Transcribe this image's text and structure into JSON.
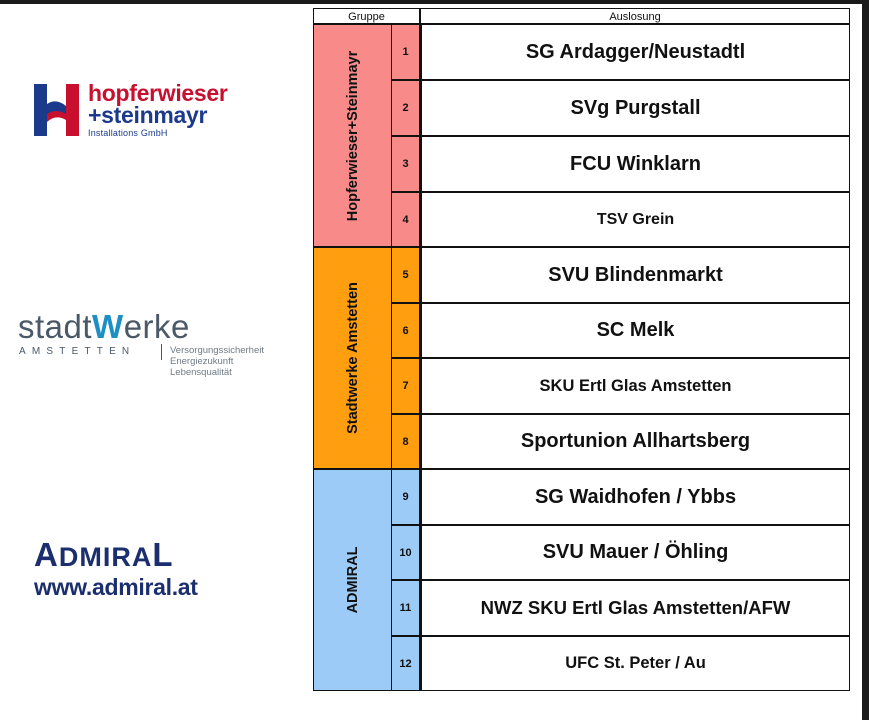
{
  "colors": {
    "group1": "#f88a8a",
    "group2": "#ff9e0f",
    "group3": "#9dcbf7"
  },
  "sponsors": {
    "hopferwieser": {
      "line1": "hopferwieser",
      "line2": "+steinmayr",
      "line3": "Installations GmbH"
    },
    "stadtwerke": {
      "name_a": "stadt",
      "name_b": "W",
      "name_c": "erke",
      "city": "AMSTETTEN",
      "tag1": "Versorgungssicherheit",
      "tag2": "Energiezukunft",
      "tag3": "Lebensqualität"
    },
    "admiral": {
      "name_a": "A",
      "name_b": "DMIRA",
      "name_c": "L",
      "url": "www.admiral.at"
    }
  },
  "table": {
    "header_group": "Gruppe",
    "header_draw": "Auslosung",
    "groups": [
      {
        "label": "Hopferwieser+Steinmayr"
      },
      {
        "label": "Stadtwerke Amstetten"
      },
      {
        "label": "ADMIRAL"
      }
    ],
    "draws": [
      {
        "num": "1",
        "team": "SG Ardagger/Neustadtl"
      },
      {
        "num": "2",
        "team": "SVg Purgstall"
      },
      {
        "num": "3",
        "team": "FCU Winklarn"
      },
      {
        "num": "4",
        "team": "TSV Grein"
      },
      {
        "num": "5",
        "team": "SVU Blindenmarkt"
      },
      {
        "num": "6",
        "team": "SC Melk"
      },
      {
        "num": "7",
        "team": "SKU Ertl Glas Amstetten"
      },
      {
        "num": "8",
        "team": "Sportunion Allhartsberg"
      },
      {
        "num": "9",
        "team": "SG Waidhofen / Ybbs"
      },
      {
        "num": "10",
        "team": "SVU Mauer / Öhling"
      },
      {
        "num": "11",
        "team": "NWZ SKU Ertl Glas Amstetten/AFW"
      },
      {
        "num": "12",
        "team": "UFC St. Peter / Au"
      }
    ]
  }
}
